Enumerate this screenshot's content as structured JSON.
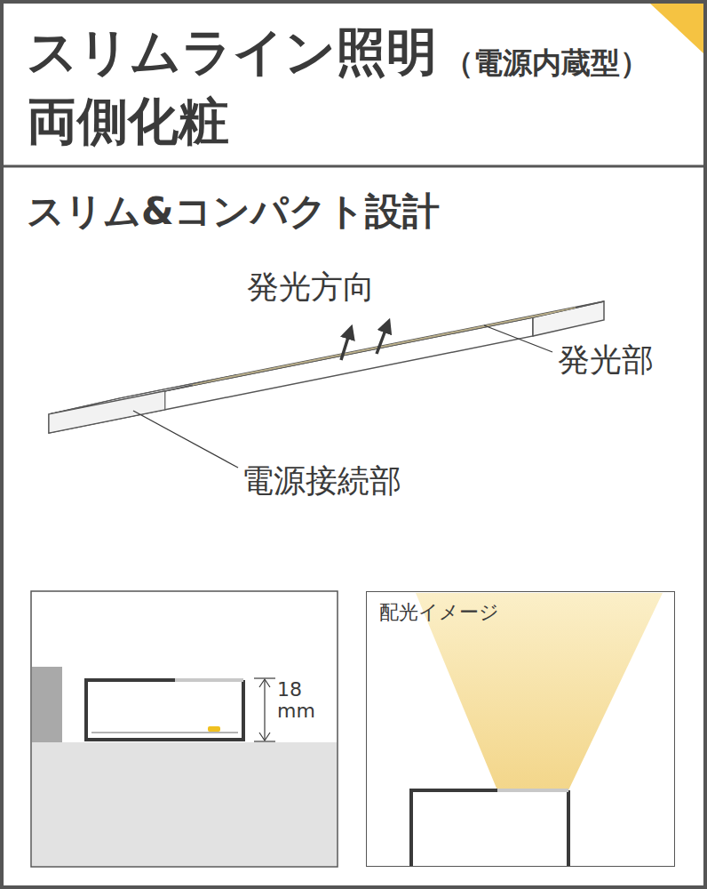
{
  "diagram": {
    "title": "スリムライン照明",
    "nodes": [
      {
        "text": [
          "配光イメージ"
        ]
      }
    ],
    "labels": [
      "（電源内蔵型）",
      "両側化粧",
      "スリム&コンパクト設計",
      "発光方向",
      "発光部",
      "電源接続部",
      "18 mm"
    ]
  }
}
